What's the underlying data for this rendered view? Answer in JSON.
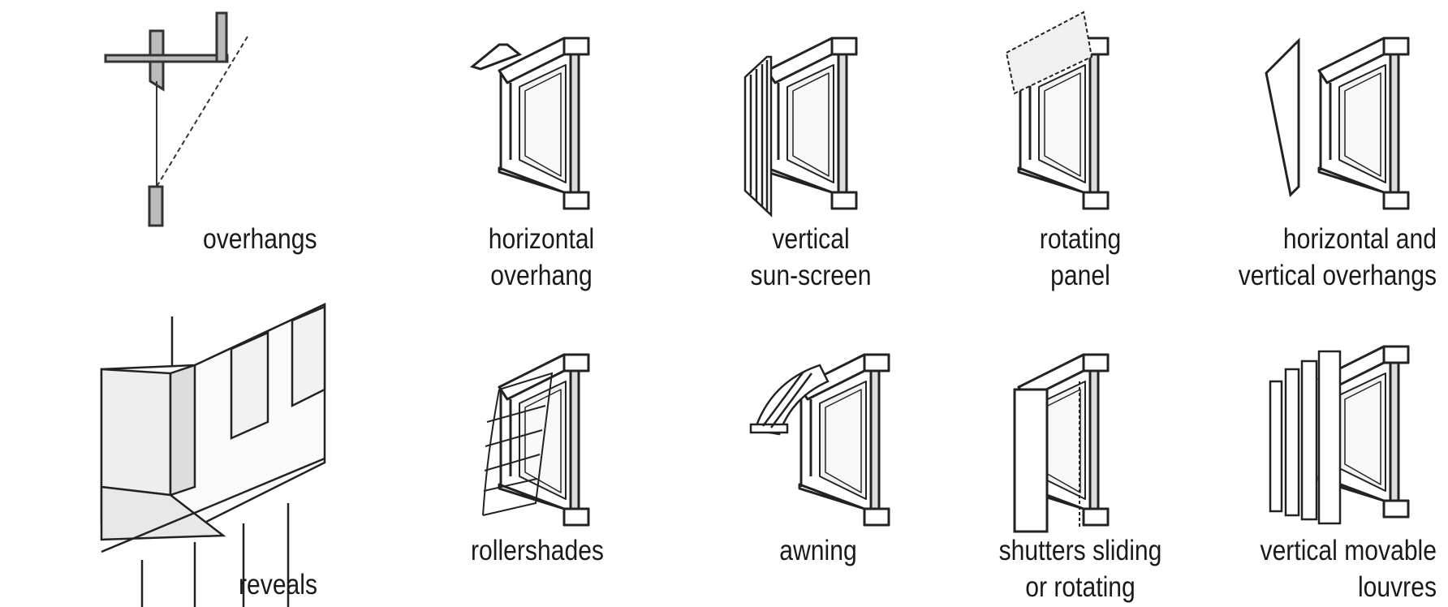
{
  "items": [
    {
      "id": "overhangs",
      "lines": [
        "overhangs"
      ]
    },
    {
      "id": "horizontal-overhang",
      "lines": [
        "horizontal",
        "overhang"
      ]
    },
    {
      "id": "vertical-sun-screen",
      "lines": [
        "vertical",
        "sun-screen"
      ]
    },
    {
      "id": "rotating-panel",
      "lines": [
        "rotating",
        "panel"
      ]
    },
    {
      "id": "horizontal-and-vertical-overhangs",
      "lines": [
        "horizontal and",
        "vertical overhangs"
      ]
    },
    {
      "id": "reveals",
      "lines": [
        "reveals"
      ]
    },
    {
      "id": "rollershades",
      "lines": [
        "rollershades"
      ]
    },
    {
      "id": "awning",
      "lines": [
        "awning"
      ]
    },
    {
      "id": "shutters-sliding-or-rotating",
      "lines": [
        "shutters sliding",
        "or rotating"
      ]
    },
    {
      "id": "vertical-movable-louvres",
      "lines": [
        "vertical movable",
        "louvres"
      ]
    }
  ]
}
